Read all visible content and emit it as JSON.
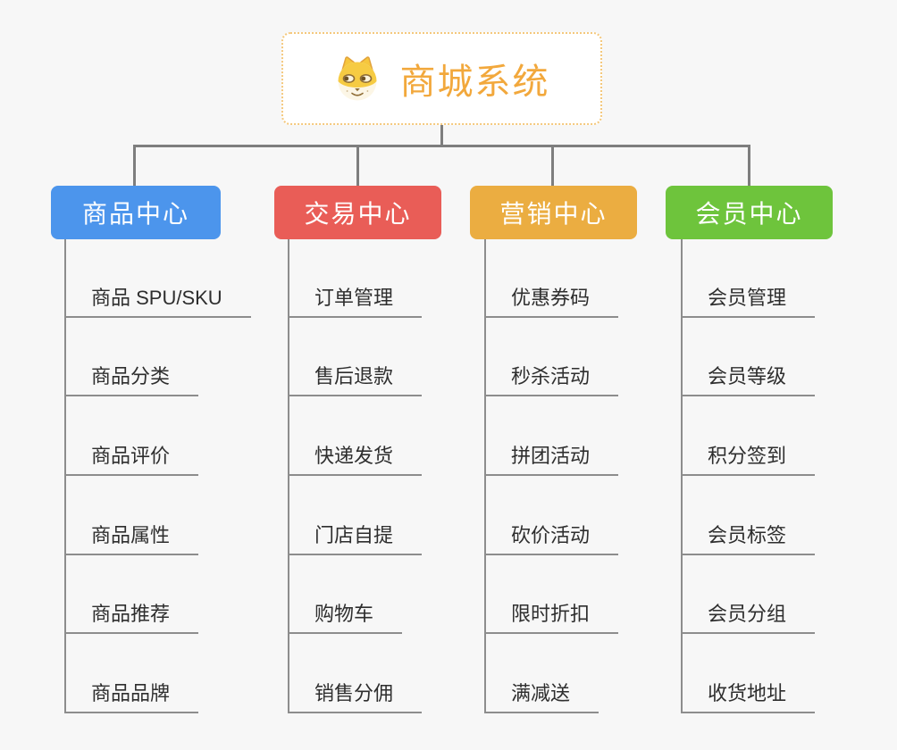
{
  "root": {
    "title": "商城系统",
    "icon": "doge-icon",
    "text_color": "#f2a83c",
    "border_color": "#f4c87c"
  },
  "branches": [
    {
      "label": "商品中心",
      "color": "#4c95ec",
      "children": [
        "商品 SPU/SKU",
        "商品分类",
        "商品评价",
        "商品属性",
        "商品推荐",
        "商品品牌"
      ]
    },
    {
      "label": "交易中心",
      "color": "#e95d57",
      "children": [
        "订单管理",
        "售后退款",
        "快递发货",
        "门店自提",
        "购物车",
        "销售分佣"
      ]
    },
    {
      "label": "营销中心",
      "color": "#ebad41",
      "children": [
        "优惠券码",
        "秒杀活动",
        "拼团活动",
        "砍价活动",
        "限时折扣",
        "满减送"
      ]
    },
    {
      "label": "会员中心",
      "color": "#6ec43c",
      "children": [
        "会员管理",
        "会员等级",
        "积分签到",
        "会员标签",
        "会员分组",
        "收货地址"
      ]
    }
  ],
  "colors": {
    "background": "#f7f7f7",
    "connector": "#7e7e7e",
    "spine_and_underline": "#8d8d8d",
    "child_text": "#2e2e2e"
  }
}
